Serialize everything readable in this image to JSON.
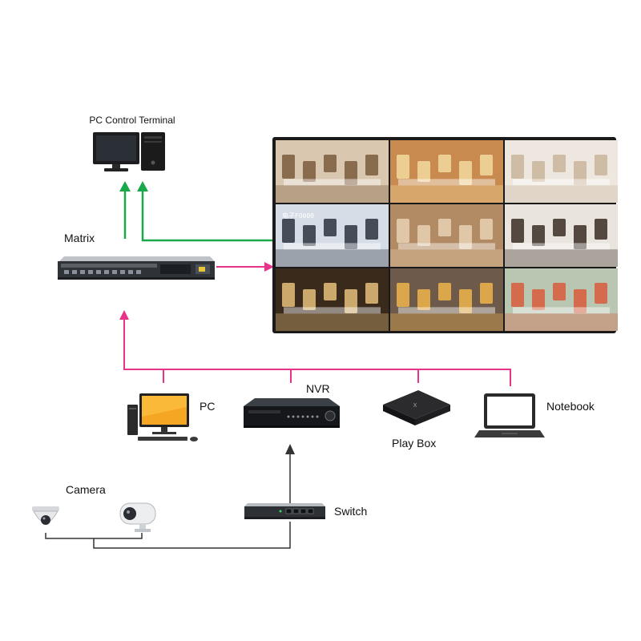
{
  "labels": {
    "pc_control_terminal": "PC Control Terminal",
    "matrix": "Matrix",
    "pc": "PC",
    "nvr": "NVR",
    "play_box": "Play Box",
    "notebook": "Notebook",
    "camera": "Camera",
    "switch": "Switch",
    "store_sign": "电子FO000"
  },
  "colors": {
    "green_link": "#1aa84a",
    "magenta_link": "#e8338a",
    "network_link": "#333333",
    "wall_bezel": "#1a1a1a"
  },
  "video_wall": {
    "rows": 3,
    "cols": 3,
    "tiles": [
      {
        "scene": "clothing-store-icon",
        "bg": "#d9c7b0",
        "accent": "#7a5a3c"
      },
      {
        "scene": "food-court-icon",
        "bg": "#c88a4e",
        "accent": "#f2d9a0"
      },
      {
        "scene": "cosmetics-store-icon",
        "bg": "#eee7df",
        "accent": "#c9b49a"
      },
      {
        "scene": "electronics-store-icon",
        "bg": "#d7dde6",
        "accent": "#2c3440"
      },
      {
        "scene": "bookstore-cafe-icon",
        "bg": "#b28a63",
        "accent": "#e7d1b3"
      },
      {
        "scene": "shoes-bags-store-icon",
        "bg": "#e9e4de",
        "accent": "#3a2d26"
      },
      {
        "scene": "jewelry-store-icon",
        "bg": "#3a2a1c",
        "accent": "#e5c07b"
      },
      {
        "scene": "toy-store-icon",
        "bg": "#6e5a4a",
        "accent": "#f0b44a"
      },
      {
        "scene": "supermarket-icon",
        "bg": "#b9c7b2",
        "accent": "#d85a3a"
      }
    ]
  }
}
